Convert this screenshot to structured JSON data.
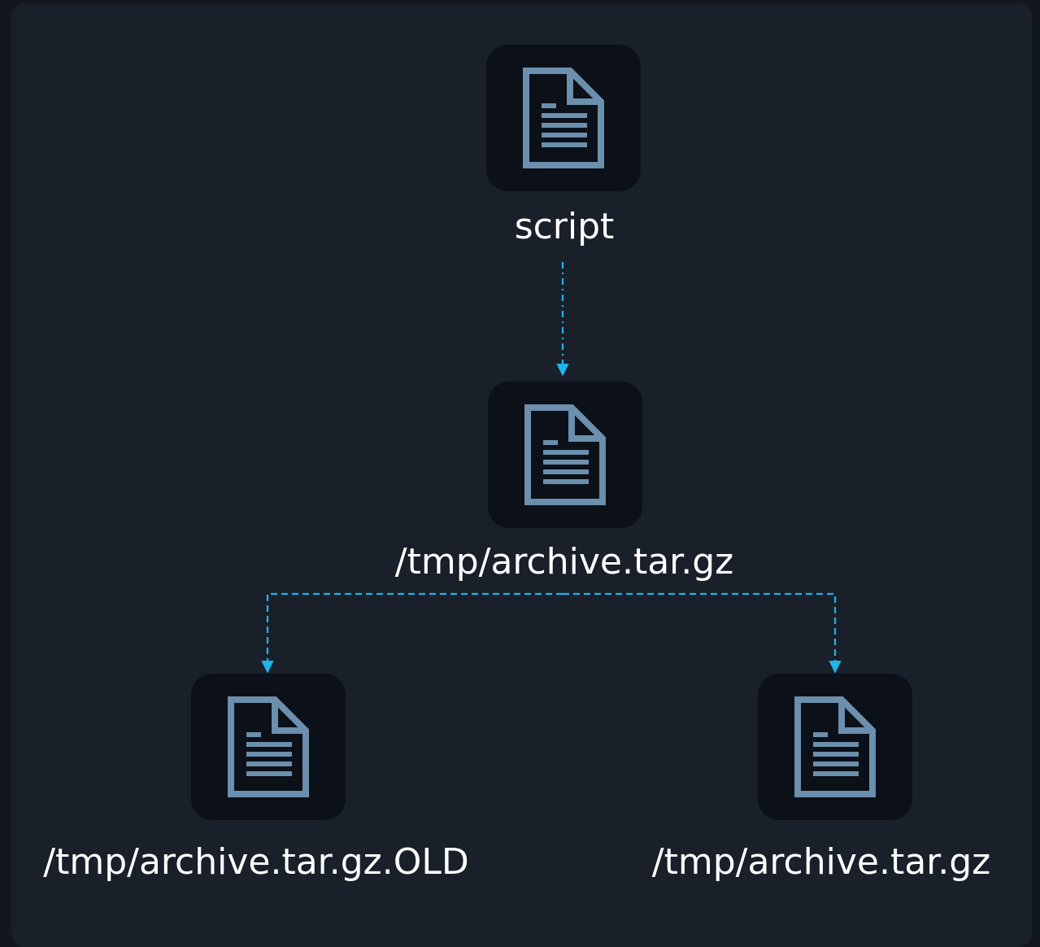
{
  "diagram": {
    "colors": {
      "background": "#19202a",
      "node_fill": "#0c1018",
      "icon": "#6b8fad",
      "edge": "#1eb4ec",
      "label": "#ffffff"
    },
    "nodes": [
      {
        "id": "script",
        "label": "script",
        "icon": "document-icon"
      },
      {
        "id": "archive",
        "label": "/tmp/archive.tar.gz",
        "icon": "document-icon"
      },
      {
        "id": "archive-old",
        "label": "/tmp/archive.tar.gz.OLD",
        "icon": "document-icon"
      },
      {
        "id": "archive-new",
        "label": "/tmp/archive.tar.gz",
        "icon": "document-icon"
      }
    ],
    "edges": [
      {
        "from": "script",
        "to": "archive",
        "style": "dash-dot"
      },
      {
        "from": "archive",
        "to": "archive-old",
        "style": "dashed"
      },
      {
        "from": "archive",
        "to": "archive-new",
        "style": "dashed"
      }
    ]
  }
}
